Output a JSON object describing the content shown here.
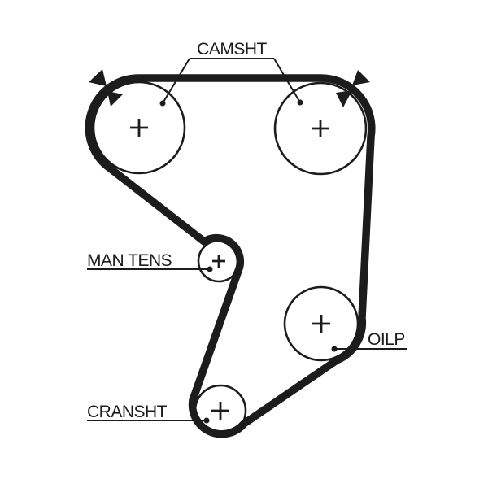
{
  "colors": {
    "background": "#ffffff",
    "ink": "#1c1c1c"
  },
  "labels": {
    "camshaft": "CAMSHT",
    "manual_tensioner": "MAN TENS",
    "oil_pump": "OILP",
    "crankshaft": "CRANSHT"
  },
  "pulleys": [
    {
      "name": "camshaft-left",
      "label": "CAMSHT",
      "center_mark": "+"
    },
    {
      "name": "camshaft-right",
      "label": "CAMSHT",
      "center_mark": "+"
    },
    {
      "name": "manual-tensioner",
      "label": "MAN TENS",
      "center_mark": "+"
    },
    {
      "name": "oil-pump",
      "label": "OILP",
      "center_mark": "+"
    },
    {
      "name": "crankshaft",
      "label": "CRANSHT",
      "center_mark": "+"
    }
  ],
  "icons": {
    "timing_arrows": "filled-triangle-pair",
    "leader_end": "filled-dot"
  }
}
